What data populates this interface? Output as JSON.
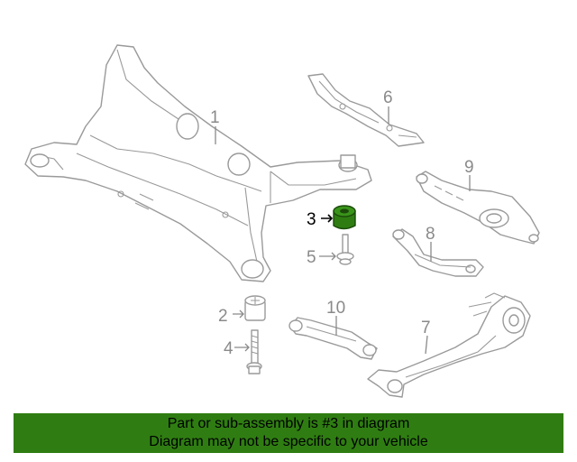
{
  "callouts": [
    {
      "id": "1",
      "label": "1",
      "active": false
    },
    {
      "id": "2",
      "label": "2",
      "active": false
    },
    {
      "id": "3",
      "label": "3",
      "active": true
    },
    {
      "id": "4",
      "label": "4",
      "active": false
    },
    {
      "id": "5",
      "label": "5",
      "active": false
    },
    {
      "id": "6",
      "label": "6",
      "active": false
    },
    {
      "id": "7",
      "label": "7",
      "active": false
    },
    {
      "id": "8",
      "label": "8",
      "active": false
    },
    {
      "id": "9",
      "label": "9",
      "active": false
    },
    {
      "id": "10",
      "label": "10",
      "active": false
    }
  ],
  "highlight_color": "#2f7d12",
  "banner": {
    "line1": "Part or sub-assembly is #3 in diagram",
    "line2": "Diagram may not be specific to your vehicle"
  }
}
